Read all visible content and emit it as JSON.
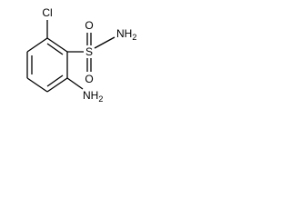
{
  "molecule": {
    "atoms": {
      "cl": "Cl",
      "s": "S",
      "o_top": "O",
      "o_bottom": "O",
      "nh2_sulfonamide_n": "NH",
      "nh2_sulfonamide_sub": "2",
      "nh2_amine_n": "NH",
      "nh2_amine_sub": "2"
    },
    "colors": {
      "bond": "#000000",
      "label": "#000000",
      "background": "#ffffff"
    }
  }
}
